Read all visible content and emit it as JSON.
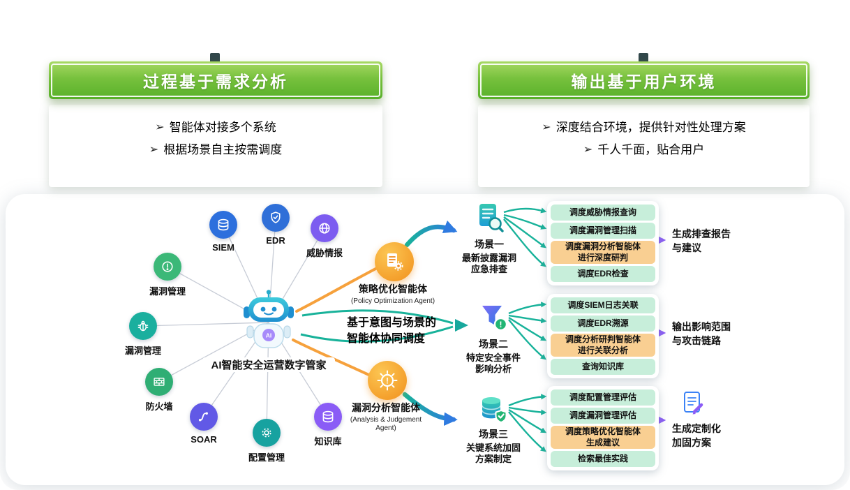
{
  "colors": {
    "banner_green": "#6ab62f",
    "agent_orange": "#f1901c",
    "item_green": "#c7eeda",
    "item_orange": "#f9cf92",
    "arrow_teal": "#18b29a",
    "arrow_blue": "#2f7be0",
    "arrow_purple": "#8b5cf6"
  },
  "headers": {
    "left": {
      "title": "过程基于需求分析",
      "bullets": [
        {
          "marker": "➢",
          "text": "智能体对接多个系统"
        },
        {
          "marker": "➢",
          "text": "根据场景自主按需调度"
        }
      ]
    },
    "right": {
      "title": "输出基于用户环境",
      "bullets": [
        {
          "marker": "➢",
          "text": "深度结合环境，提供针对性处理方案"
        },
        {
          "marker": "➢",
          "text": "千人千面，贴合用户"
        }
      ]
    }
  },
  "systems": [
    {
      "label": "SIEM",
      "icon": "database-icon",
      "color": "#2c6fdd"
    },
    {
      "label": "EDR",
      "icon": "shield-icon",
      "color": "#2f6fd8"
    },
    {
      "label": "威胁情报",
      "icon": "globe-icon",
      "color": "#7c5cf0"
    },
    {
      "label": "漏洞管理",
      "icon": "alert-icon",
      "color": "#3bb878"
    },
    {
      "label": "漏洞管理",
      "icon": "bug-icon",
      "color": "#1aaf9e"
    },
    {
      "label": "防火墙",
      "icon": "firewall-icon",
      "color": "#2fae74"
    },
    {
      "label": "SOAR",
      "icon": "flow-icon",
      "color": "#6159e6"
    },
    {
      "label": "配置管理",
      "icon": "gear-icon",
      "color": "#17a2a0"
    },
    {
      "label": "知识库",
      "icon": "database-icon",
      "color": "#8a5cf6"
    }
  ],
  "center": {
    "robot_label": "AI智能安全运营数字管家",
    "robot_chest": "AI",
    "coordination": "基于意图与场景的\n智能体协同调度"
  },
  "agents": [
    {
      "name": "策略优化智能体",
      "subtitle": "(Policy Optimization Agent)"
    },
    {
      "name": "漏洞分析智能体",
      "subtitle": "(Analysis & Judgement Agent)",
      "glyph": "!"
    }
  ],
  "scenarios": [
    {
      "title": "场景一",
      "subtitle": "最新披露漏洞\n应急排查",
      "items": [
        {
          "text": "调度威胁情报查询",
          "highlight": false
        },
        {
          "text": "调度漏洞管理扫描",
          "highlight": false
        },
        {
          "text": "调度漏洞分析智能体\n进行深度研判",
          "highlight": true
        },
        {
          "text": "调度EDR检查",
          "highlight": false
        }
      ],
      "output": "生成排查报告\n与建议"
    },
    {
      "title": "场景二",
      "subtitle": "特定安全事件\n影响分析",
      "badge": "!",
      "items": [
        {
          "text": "调度SIEM日志关联",
          "highlight": false
        },
        {
          "text": "调度EDR溯源",
          "highlight": false
        },
        {
          "text": "调度分析研判智能体\n进行关联分析",
          "highlight": true
        },
        {
          "text": "查询知识库",
          "highlight": false
        }
      ],
      "output": "输出影响范围\n与攻击链路"
    },
    {
      "title": "场景三",
      "subtitle": "关键系统加固\n方案制定",
      "items": [
        {
          "text": "调度配置管理评估",
          "highlight": false
        },
        {
          "text": "调度漏洞管理评估",
          "highlight": false
        },
        {
          "text": "调度策略优化智能体\n生成建议",
          "highlight": true
        },
        {
          "text": "检索最佳实践",
          "highlight": false
        }
      ],
      "output": "生成定制化\n加固方案"
    }
  ]
}
